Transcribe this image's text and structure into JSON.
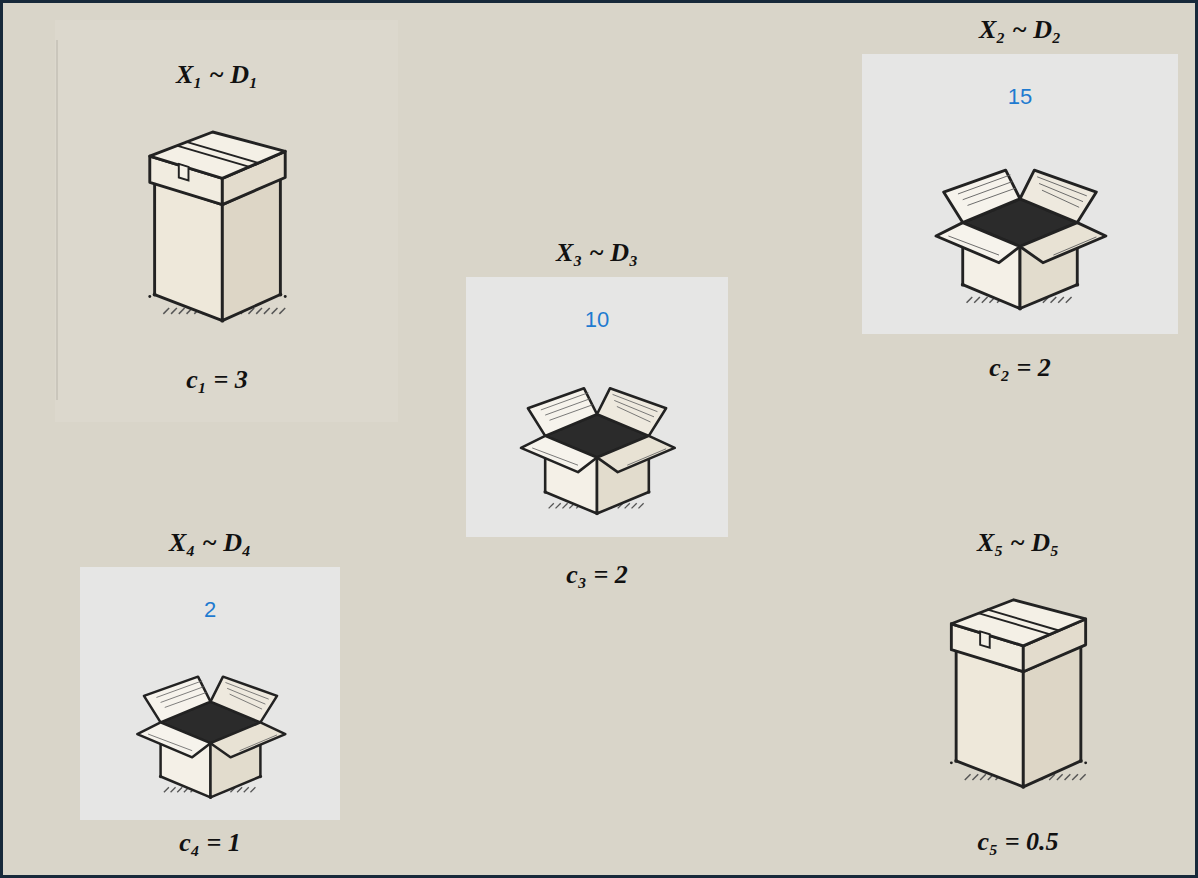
{
  "diagram": {
    "nodes": [
      {
        "text": [
          "X₁ ~ D₁",
          "c₁ = 3"
        ]
      },
      {
        "text": [
          "X₂ ~ D₂",
          "15",
          "c₂ = 2"
        ]
      },
      {
        "text": [
          "X₃ ~ D₃",
          "10",
          "c₃ = 2"
        ]
      },
      {
        "text": [
          "X₄ ~ D₄",
          "2",
          "c₄ = 1"
        ]
      },
      {
        "text": [
          "X₅ ~ D₅",
          "c₅ = 0.5"
        ]
      }
    ]
  }
}
